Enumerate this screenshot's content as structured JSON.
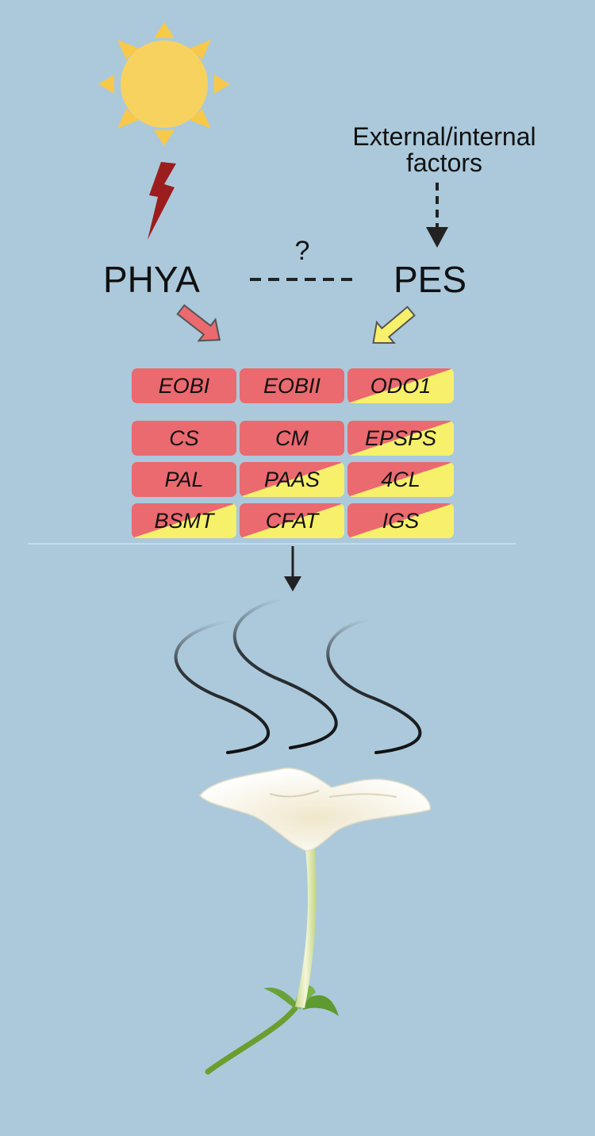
{
  "labels": {
    "phya": "PHYA",
    "pes": "PES",
    "question": "?",
    "factors_line1": "External/internal",
    "factors_line2": "factors"
  },
  "genes": [
    {
      "name": "EOBI",
      "style": "red"
    },
    {
      "name": "EOBII",
      "style": "red"
    },
    {
      "name": "ODO1",
      "style": "split"
    },
    {
      "name": "CS",
      "style": "red"
    },
    {
      "name": "CM",
      "style": "red"
    },
    {
      "name": "EPSPS",
      "style": "split"
    },
    {
      "name": "PAL",
      "style": "red"
    },
    {
      "name": "PAAS",
      "style": "split"
    },
    {
      "name": "4CL",
      "style": "split"
    },
    {
      "name": "BSMT",
      "style": "split"
    },
    {
      "name": "CFAT",
      "style": "split"
    },
    {
      "name": "IGS",
      "style": "split"
    }
  ],
  "colors": {
    "background": "#abc9db",
    "sun": "#f8d25e",
    "sun_rays": "#f7c84a",
    "lightning": "#9c1d1d",
    "phya_arrow": "#ea6a6f",
    "pes_arrow": "#f7f06a",
    "gene_red": "#ea6a6f",
    "gene_yellow": "#f7f06a",
    "dashed_line": "#222222"
  }
}
